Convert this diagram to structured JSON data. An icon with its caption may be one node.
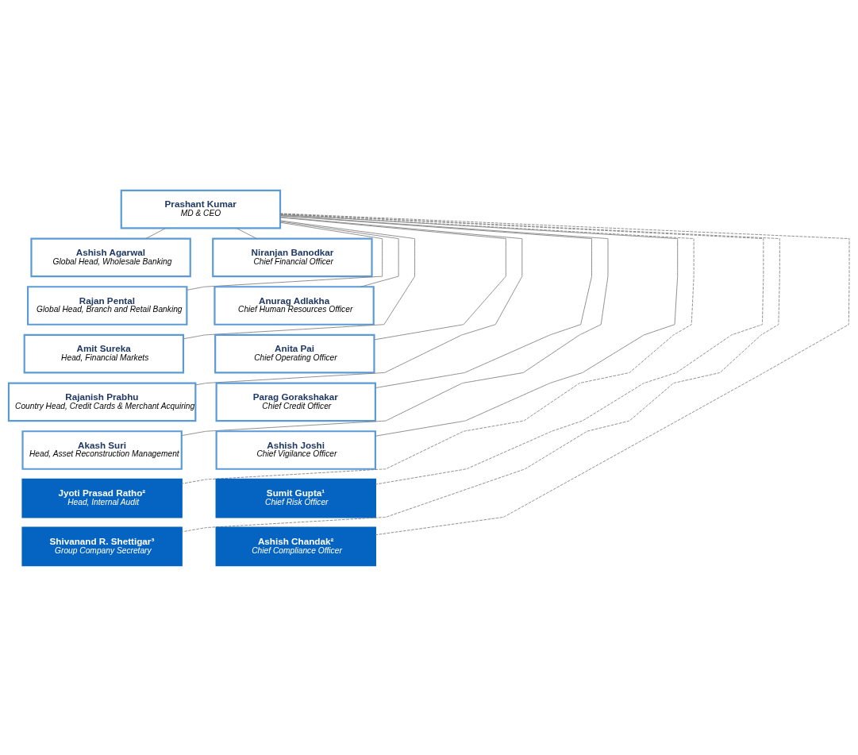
{
  "diagram": {
    "nodes": [
      {
        "text": [
          "Prashant Kumar",
          "MD & CEO"
        ]
      },
      {
        "text": [
          "Ashish Agarwal",
          "Global Head, Wholesale Banking"
        ]
      },
      {
        "text": [
          "Niranjan Banodkar",
          "Chief Financial Officer"
        ]
      },
      {
        "text": [
          "Rajan Pental",
          "Global Head, Branch and Retail Banking"
        ]
      },
      {
        "text": [
          "Anurag Adlakha",
          "Chief Human Resources Officer"
        ]
      },
      {
        "text": [
          "Amit Sureka",
          "Head, Financial Markets"
        ]
      },
      {
        "text": [
          "Anita Pai",
          "Chief Operating Officer"
        ]
      },
      {
        "text": [
          "Rajanish Prabhu",
          "Country Head, Credit Cards & Merchant Acquiring"
        ]
      },
      {
        "text": [
          "Parag Gorakshakar",
          "Chief Credit Officer"
        ]
      },
      {
        "text": [
          "Akash Suri",
          "Head, Asset Reconstruction Management"
        ]
      },
      {
        "text": [
          "Ashish Joshi",
          "Chief Vigilance Officer"
        ]
      },
      {
        "text": [
          "Jyoti Prasad Ratho²",
          "Head, Internal Audit"
        ]
      },
      {
        "text": [
          "Sumit Gupta¹",
          "Chief Risk Officer"
        ]
      },
      {
        "text": [
          "Shivanand R. Shettigar³",
          "Group Company Secretary"
        ]
      },
      {
        "text": [
          "Ashish Chandak²",
          "Chief Compliance Officer"
        ]
      }
    ],
    "edges": [
      {
        "from": 0,
        "to": 1,
        "arrow": "none"
      },
      {
        "from": 0,
        "to": 2,
        "arrow": "none"
      },
      {
        "from": 0,
        "to": 3,
        "arrow": "none"
      },
      {
        "from": 0,
        "to": 4,
        "arrow": "none"
      },
      {
        "from": 0,
        "to": 5,
        "arrow": "none"
      },
      {
        "from": 0,
        "to": 6,
        "arrow": "none"
      },
      {
        "from": 0,
        "to": 7,
        "arrow": "none"
      },
      {
        "from": 0,
        "to": 8,
        "arrow": "none"
      },
      {
        "from": 0,
        "to": 9,
        "arrow": "none"
      },
      {
        "from": 0,
        "to": 10,
        "arrow": "none"
      },
      {
        "from": 0,
        "to": 11,
        "arrow": "none",
        "style": "dashed"
      },
      {
        "from": 0,
        "to": 12,
        "arrow": "none",
        "style": "dashed"
      },
      {
        "from": 0,
        "to": 13,
        "arrow": "none",
        "style": "dashed"
      },
      {
        "from": 0,
        "to": 14,
        "arrow": "none",
        "style": "dashed"
      }
    ]
  }
}
